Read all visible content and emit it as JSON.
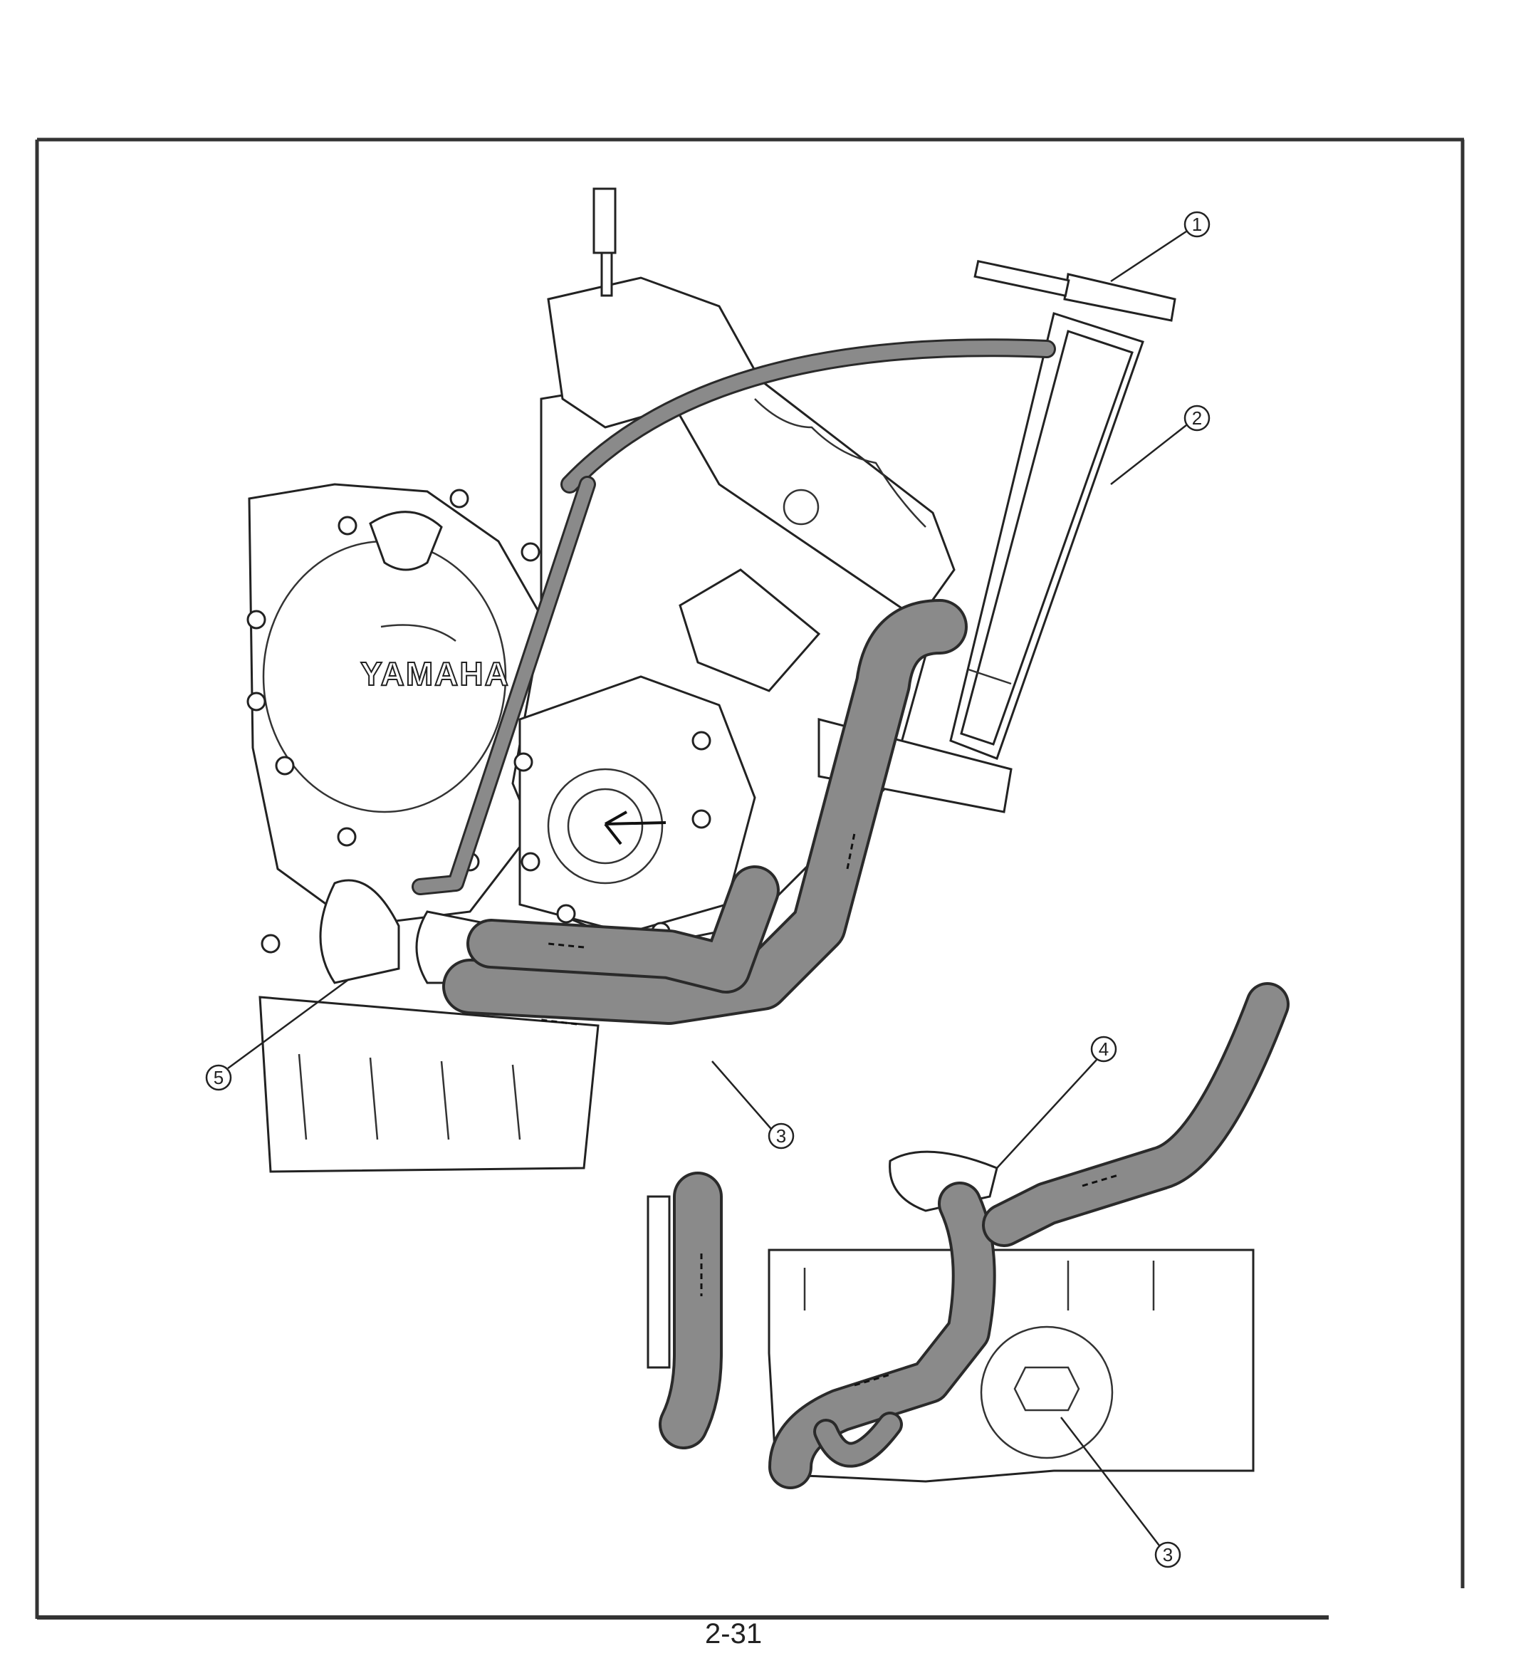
{
  "diagram": {
    "engine_brand": "YAMAHA",
    "callouts": [
      {
        "id": "callout-1",
        "label": "1"
      },
      {
        "id": "callout-2",
        "label": "2"
      },
      {
        "id": "callout-3a",
        "label": "3"
      },
      {
        "id": "callout-4",
        "label": "4"
      },
      {
        "id": "callout-5",
        "label": "5"
      },
      {
        "id": "callout-3b",
        "label": "3"
      }
    ]
  },
  "footer": {
    "page_number": "2-31"
  },
  "colors": {
    "hose": "#8a8a8a",
    "line": "#222222"
  }
}
